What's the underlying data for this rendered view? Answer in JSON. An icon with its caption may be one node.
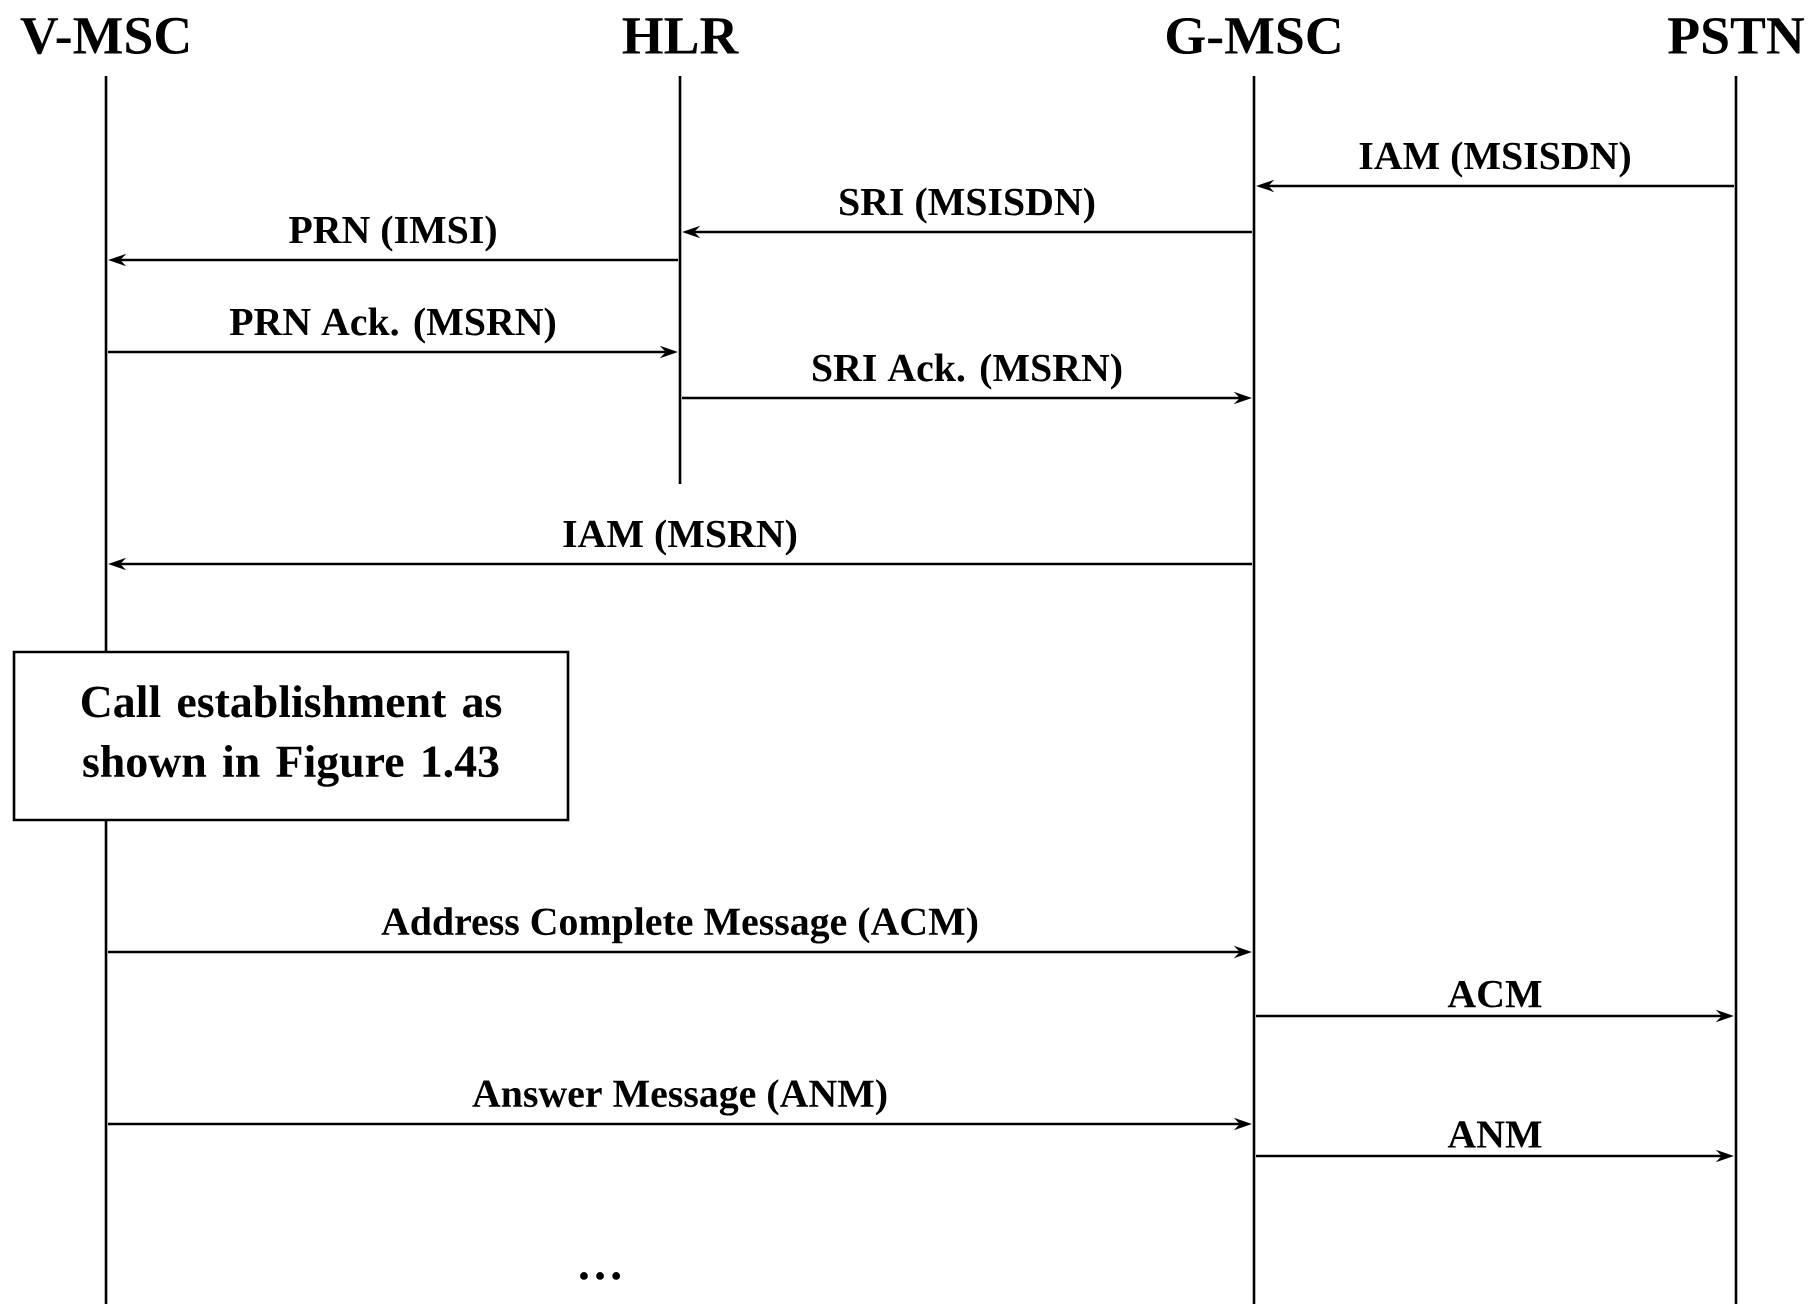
{
  "diagram": {
    "nodes": [
      {
        "text": [
          "V-MSC"
        ]
      },
      {
        "text": [
          "HLR"
        ]
      },
      {
        "text": [
          "G-MSC"
        ]
      },
      {
        "text": [
          "PSTN"
        ]
      },
      {
        "text": [
          "Call establishment as shown in Figure 1.43"
        ]
      }
    ],
    "edges": [
      {
        "from": 3,
        "to": 2,
        "arrow": "to",
        "label": "IAM (MSISDN)"
      },
      {
        "from": 2,
        "to": 1,
        "arrow": "to",
        "label": "SRI (MSISDN)"
      },
      {
        "from": 1,
        "to": 0,
        "arrow": "to",
        "label": "PRN (IMSI)"
      },
      {
        "from": 0,
        "to": 1,
        "arrow": "to",
        "label": "PRN Ack. (MSRN)"
      },
      {
        "from": 1,
        "to": 2,
        "arrow": "to",
        "label": "SRI Ack. (MSRN)"
      },
      {
        "from": 2,
        "to": 0,
        "arrow": "to",
        "label": "IAM (MSRN)"
      },
      {
        "from": 0,
        "to": 2,
        "arrow": "to",
        "label": "Address Complete Message (ACM)"
      },
      {
        "from": 2,
        "to": 3,
        "arrow": "to",
        "label": "ACM"
      },
      {
        "from": 0,
        "to": 2,
        "arrow": "to",
        "label": "Answer Message (ANM)"
      },
      {
        "from": 2,
        "to": 3,
        "arrow": "to",
        "label": "ANM"
      }
    ],
    "labels": [
      "…"
    ]
  }
}
